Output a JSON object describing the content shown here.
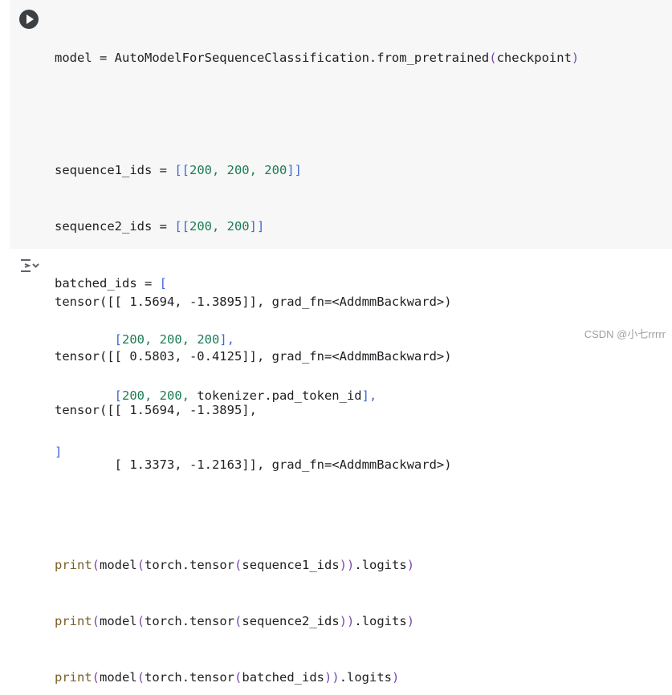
{
  "code": {
    "line1": {
      "p1": "model = AutoModelForSequenceClassification.from_pretrained",
      "p2": "(",
      "p3": "checkpoint",
      "p4": ")"
    },
    "line3": {
      "a": "sequence1_ids = ",
      "b": "[[",
      "c": "200, 200, 200",
      "d": "]]"
    },
    "line4": {
      "a": "sequence2_ids = ",
      "b": "[[",
      "c": "200, 200",
      "d": "]]"
    },
    "line5": {
      "a": "batched_ids = ",
      "b": "["
    },
    "line6": {
      "a": "[",
      "b": "200, 200, 200",
      "c": "],"
    },
    "line7": {
      "a": "[",
      "b": "200, 200, ",
      "c": "tokenizer.pad_token_id",
      "d": "],"
    },
    "line8": {
      "a": "]"
    },
    "print1": {
      "fn": "print",
      "o1": "(",
      "m": "model",
      "o2": "(",
      "t": "torch.tensor",
      "o3": "(",
      "arg": "sequence1_ids",
      "c": "))",
      "l": ".logits",
      "c2": ")"
    },
    "print2": {
      "fn": "print",
      "o1": "(",
      "m": "model",
      "o2": "(",
      "t": "torch.tensor",
      "o3": "(",
      "arg": "sequence2_ids",
      "c": "))",
      "l": ".logits",
      "c2": ")"
    },
    "print3": {
      "fn": "print",
      "o1": "(",
      "m": "model",
      "o2": "(",
      "t": "torch.tensor",
      "o3": "(",
      "arg": "batched_ids",
      "c": "))",
      "l": ".logits",
      "c2": ")"
    }
  },
  "output": {
    "line1": "tensor([[ 1.5694, -1.3895]], grad_fn=<AddmmBackward>)",
    "line2": "tensor([[ 0.5803, -0.4125]], grad_fn=<AddmmBackward>)",
    "line3": "tensor([[ 1.5694, -1.3895],",
    "line4": "        [ 1.3373, -1.2163]], grad_fn=<AddmmBackward>)"
  },
  "icons": {
    "run": "play-icon",
    "output": "output-toggle-icon"
  },
  "watermark": "CSDN @小七rrrrr"
}
